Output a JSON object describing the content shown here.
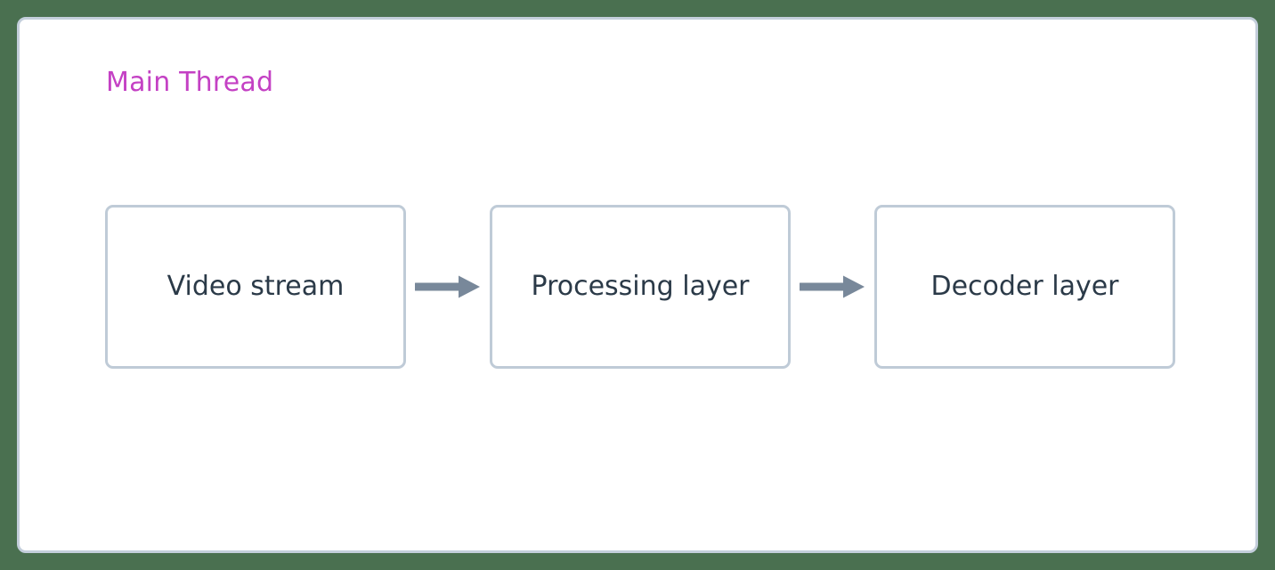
{
  "diagram": {
    "type": "flowchart",
    "orientation": "left-to-right",
    "background_color": "#4a7050",
    "panel": {
      "name": "cluster-main-thread",
      "title": "Main Thread",
      "title_color": "#c441c4",
      "background_color": "#ffffff",
      "border_color": "#c3cedb"
    },
    "nodes": [
      {
        "id": "video-stream",
        "label": "Video stream",
        "shape": "rounded-rectangle",
        "fill": "#ffffff",
        "border_color": "#bfcbd7",
        "text_color": "#2b3a48"
      },
      {
        "id": "processing-layer",
        "label": "Processing layer",
        "shape": "rounded-rectangle",
        "fill": "#ffffff",
        "border_color": "#bfcbd7",
        "text_color": "#2b3a48"
      },
      {
        "id": "decoder-layer",
        "label": "Decoder layer",
        "shape": "rounded-rectangle",
        "fill": "#ffffff",
        "border_color": "#bfcbd7",
        "text_color": "#2b3a48"
      }
    ],
    "edges": [
      {
        "id": "edge-video-to-processing",
        "from": "video-stream",
        "to": "processing-layer",
        "label": "",
        "style": "solid-arrow",
        "color": "#78889a"
      },
      {
        "id": "edge-processing-to-decoder",
        "from": "processing-layer",
        "to": "decoder-layer",
        "label": "",
        "style": "solid-arrow",
        "color": "#78889a"
      }
    ]
  }
}
